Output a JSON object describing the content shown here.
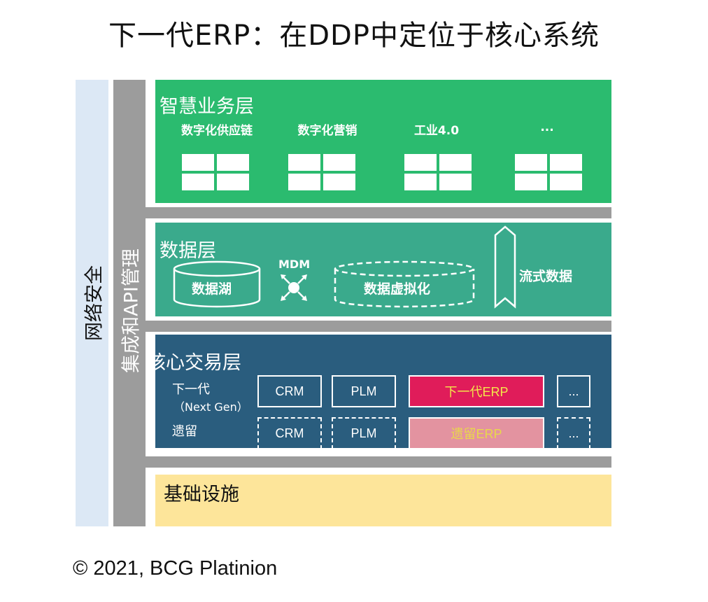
{
  "title": "下一代ERP：在DDP中定位于核心系统",
  "footer": "© 2021, BCG Platinion",
  "side": {
    "security": "网络安全",
    "api": "集成和API管理"
  },
  "layers": {
    "smart": {
      "title": "智慧业务层",
      "capabilities": [
        "数字化供应链",
        "数字化营销",
        "工业4.0",
        "..."
      ]
    },
    "data": {
      "title": "数据层",
      "lake": "数据湖",
      "mdm": "MDM",
      "virtualization": "数据虚拟化",
      "streaming": "流式数据"
    },
    "core": {
      "title": "核心交易层",
      "next_gen": {
        "label": "下一代",
        "sublabel": "（Next Gen）",
        "crm": "CRM",
        "plm": "PLM",
        "erp": "下一代ERP",
        "more": "..."
      },
      "legacy": {
        "label": "遗留",
        "crm": "CRM",
        "plm": "PLM",
        "erp": "遗留ERP",
        "more": "..."
      }
    },
    "infra": {
      "title": "基础设施"
    }
  },
  "colors": {
    "smart": "#2bbb6f",
    "data": "#3aaa8c",
    "core": "#2a5d7e",
    "infra": "#fde59a",
    "api": "#9c9c9c",
    "security": "#dce8f5",
    "erp_next": "#e01c5a",
    "erp_legacy": "#e393a0"
  }
}
